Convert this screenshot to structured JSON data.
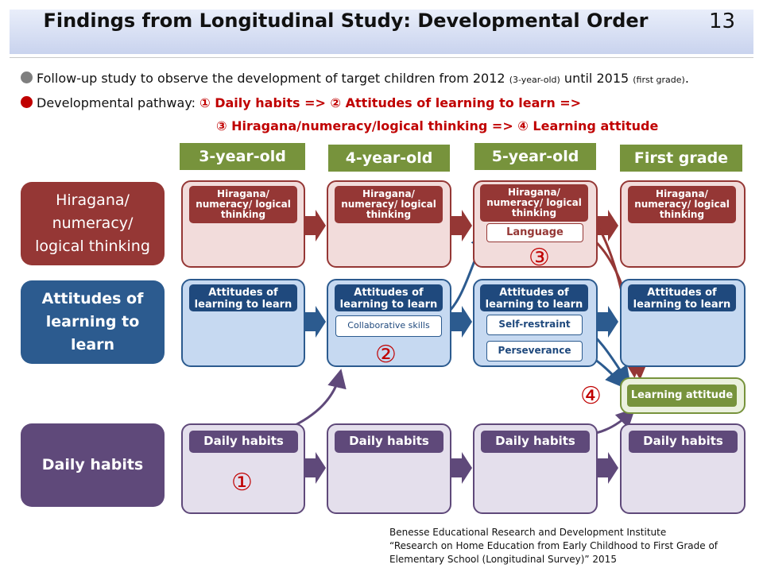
{
  "header": {
    "title": "Findings from Longitudinal Study: Developmental Order",
    "page_number": "13"
  },
  "bullets": {
    "b1_main": "Follow-up study to observe the development of target children from 2012",
    "b1_small1": "(3-year-old)",
    "b1_mid": "until 2015",
    "b1_small2": "(first grade)",
    "b1_end": ".",
    "b2_label": "Developmental pathway:",
    "b2_line1": "① Daily habits => ② Attitudes of learning to learn =>",
    "b2_line2": "③ Hiragana/numeracy/logical  thinking => ④ Learning attitude"
  },
  "stages": [
    "3-year-old",
    "4-year-old",
    "5-year-old",
    "First grade"
  ],
  "rows": {
    "hiragana": {
      "label": "Hiragana/ numeracy/ logical thinking",
      "tag": "Hiragana/ numeracy/ logical thinking"
    },
    "attitudes": {
      "label": "Attitudes of learning to learn",
      "tag": "Attitudes of learning to learn"
    },
    "daily": {
      "label": "Daily habits",
      "tag": "Daily habits"
    }
  },
  "sub_items": {
    "language": "Language",
    "collaborative": "Collaborative skills",
    "self_restraint": "Self-restraint",
    "perseverance": "Perseverance",
    "learning_attitude": "Learning attitude"
  },
  "step_numbers": {
    "n1": "①",
    "n2": "②",
    "n3": "③",
    "n4": "④"
  },
  "credit": {
    "line1": "Benesse Educational Research and Development Institute",
    "line2": "“Research on Home Education from Early Childhood to First Grade of",
    "line3": "Elementary School (Longitudinal Survey)” 2015"
  },
  "colors": {
    "stage_green": "#77933c",
    "hiragana_red": "#953735",
    "attitudes_blue": "#2c5b8f",
    "daily_purple": "#5f497a",
    "accent_red": "#c00000",
    "learning_green": "#77933c"
  }
}
